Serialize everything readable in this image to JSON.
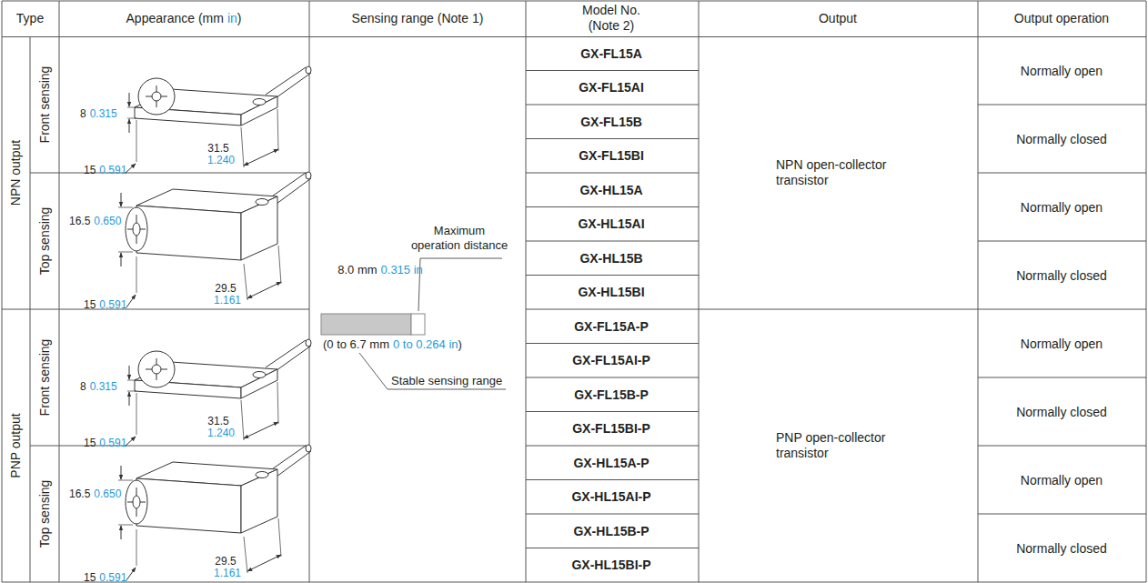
{
  "diagram": {
    "labels": [
      "Type",
      "Appearance (mm",
      "in",
      ")",
      "Sensing range (Note 1)",
      "Model No. (Note 2)",
      "Output",
      "Output operation",
      "NPN output",
      "Front sensing",
      "Top sensing",
      "PNP output",
      "Front sensing",
      "Top sensing",
      "8",
      "0.315",
      "31.5",
      "1.240",
      "15",
      "0.591",
      "16.5",
      "0.650",
      "29.5",
      "1.161",
      "15",
      "0.591",
      "8",
      "0.315",
      "31.5",
      "1.240",
      "15",
      "0.591",
      "16.5",
      "0.650",
      "29.5",
      "1.161",
      "15",
      "0.591",
      "Maximum operation distance",
      "8.0 mm",
      "0.315 in",
      "(0 to 6.7 mm",
      "0 to 0.264 in",
      ")",
      "Stable sensing range",
      "GX-FL15A",
      "GX-FL15AI",
      "GX-FL15B",
      "GX-FL15BI",
      "GX-HL15A",
      "GX-HL15AI",
      "GX-HL15B",
      "GX-HL15BI",
      "GX-FL15A-P",
      "GX-FL15AI-P",
      "GX-FL15B-P",
      "GX-FL15BI-P",
      "GX-HL15A-P",
      "GX-HL15AI-P",
      "GX-HL15B-P",
      "GX-HL15BI-P",
      "NPN open-collector transistor",
      "PNP open-collector transistor",
      "Normally open",
      "Normally closed",
      "Normally open",
      "Normally closed",
      "Normally open",
      "Normally closed",
      "Normally open",
      "Normally closed"
    ]
  }
}
